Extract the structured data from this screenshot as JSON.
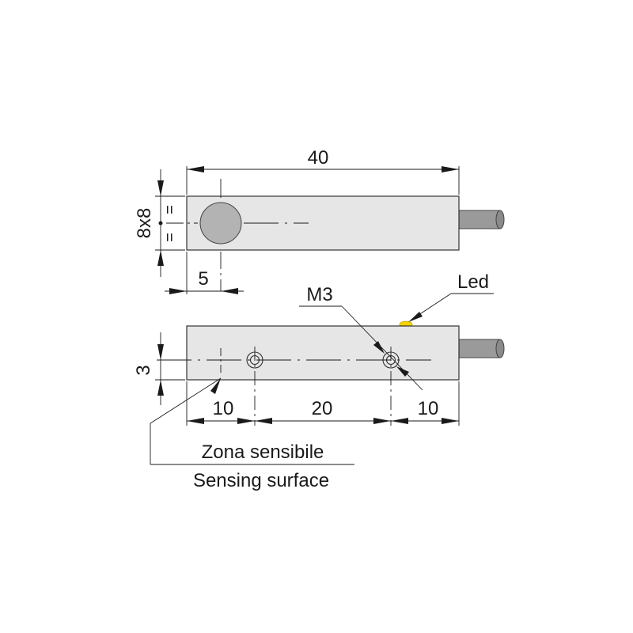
{
  "labels": {
    "length": "40",
    "cross_section": "8x8",
    "equal_mark_top": "=",
    "equal_mark_bottom": "=",
    "sensing_face_offset": "5",
    "led": "Led",
    "thread": "M3",
    "hole_height": "3",
    "hole_offset_left": "10",
    "hole_spacing": "20",
    "hole_offset_right": "10",
    "sensing_zone_it": "Zona sensibile",
    "sensing_zone_en": "Sensing surface"
  },
  "colors": {
    "body": "#e6e6e6",
    "sensing_face": "#b3b3b3",
    "cable": "#9a9a9a",
    "led": "#f2d300"
  }
}
